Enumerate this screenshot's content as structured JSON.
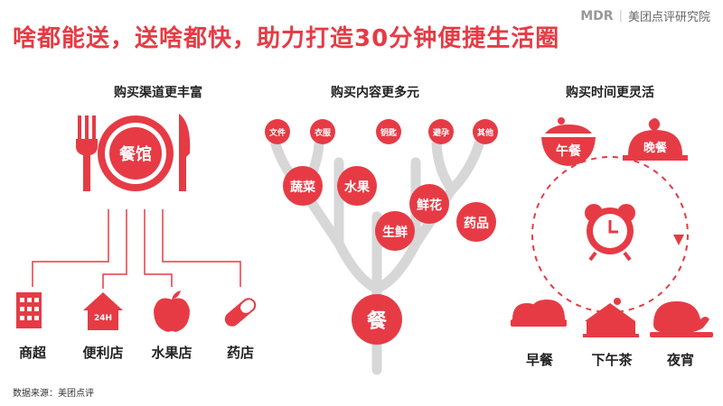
{
  "logo": {
    "brand": "MDR",
    "org": "美团点评研究院"
  },
  "title": {
    "part1": "啥都能送，送啥都快，",
    "part2": "助力打造30分钟便捷生活圈"
  },
  "left": {
    "heading": "购买渠道更丰富",
    "center": "餐馆",
    "sign_24h": "24H",
    "channels": [
      "商超",
      "便利店",
      "水果店",
      "药店"
    ]
  },
  "middle": {
    "heading": "购买内容更多元",
    "small_bubbles": [
      "文件",
      "衣服",
      "钥匙",
      "避孕",
      "其他"
    ],
    "big_bubbles": [
      "蔬菜",
      "水果",
      "鲜花",
      "生鲜",
      "药品"
    ],
    "root": "餐"
  },
  "right": {
    "heading": "购买时间更灵活",
    "top_meals": [
      "午餐",
      "晚餐"
    ],
    "bottom_meals": [
      "早餐",
      "下午茶",
      "夜宵"
    ]
  },
  "source": "数据来源：美团点评",
  "colors": {
    "accent": "#e63b45",
    "tree": "#d7d7d7",
    "text": "#222222"
  }
}
